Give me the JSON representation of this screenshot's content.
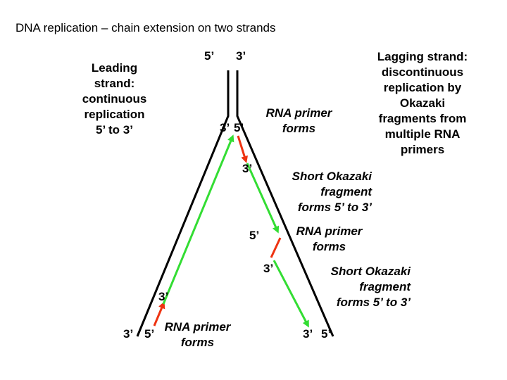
{
  "title": "DNA replication – chain extension on two strands",
  "labels": {
    "top_5": "5’",
    "top_3": "3’",
    "fork_3": "3’",
    "fork_5": "5’",
    "mid_3_a": "3’",
    "mid_5": "5’",
    "mid_3_b": "3’",
    "left_3_upper": "3’",
    "bottom_left_3": "3’",
    "bottom_left_5": "5’",
    "bottom_right_3": "3’",
    "bottom_right_5": "5’"
  },
  "leading_strand": [
    "Leading",
    "strand:",
    "continuous",
    "replication",
    "5’ to 3’"
  ],
  "lagging_strand": [
    "Lagging strand:",
    "discontinuous",
    "replication by",
    "Okazaki",
    "fragments from",
    "multiple RNA",
    "primers"
  ],
  "annotations": {
    "rna_primer_1": [
      "RNA primer",
      "forms"
    ],
    "okazaki_1": [
      "Short Okazaki",
      "fragment",
      "forms 5’ to 3’"
    ],
    "rna_primer_2": [
      "RNA primer",
      "forms"
    ],
    "okazaki_2": [
      "Short Okazaki",
      "fragment",
      "forms 5’ to 3’"
    ],
    "rna_primer_3": [
      "RNA primer",
      "forms"
    ]
  },
  "colors": {
    "template": "#000000",
    "new_strand": "#33dd33",
    "rna_primer": "#ee3311"
  }
}
